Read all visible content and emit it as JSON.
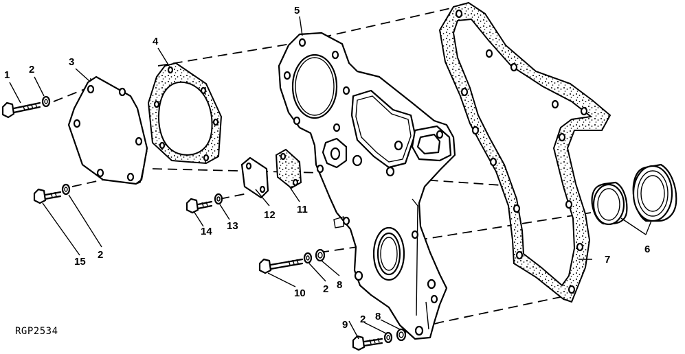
{
  "callouts": [
    {
      "id": "c1",
      "label": "1"
    },
    {
      "id": "c2a",
      "label": "2"
    },
    {
      "id": "c3",
      "label": "3"
    },
    {
      "id": "c4",
      "label": "4"
    },
    {
      "id": "c5",
      "label": "5"
    },
    {
      "id": "c6",
      "label": "6"
    },
    {
      "id": "c7",
      "label": "7"
    },
    {
      "id": "c8a",
      "label": "8"
    },
    {
      "id": "c8b",
      "label": "8"
    },
    {
      "id": "c9",
      "label": "9"
    },
    {
      "id": "c10",
      "label": "10"
    },
    {
      "id": "c11",
      "label": "11"
    },
    {
      "id": "c12",
      "label": "12"
    },
    {
      "id": "c13",
      "label": "13"
    },
    {
      "id": "c14",
      "label": "14"
    },
    {
      "id": "c15",
      "label": "15"
    },
    {
      "id": "c2b",
      "label": "2"
    },
    {
      "id": "c2c",
      "label": "2"
    },
    {
      "id": "c2d",
      "label": "2"
    }
  ],
  "figure_ref": "RGP2534"
}
